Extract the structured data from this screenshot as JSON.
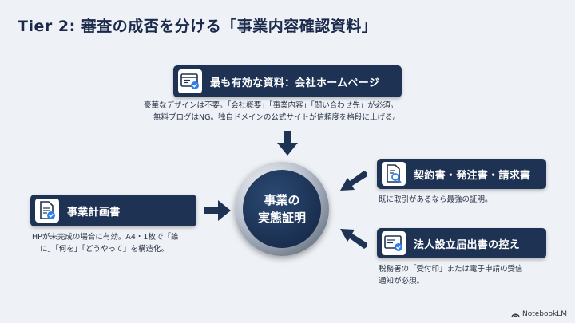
{
  "title": "Tier 2: 審査の成否を分ける「事業内容確認資料」",
  "top": {
    "label": "最も有効な資料：会社ホームページ",
    "desc1": "豪華なデザインは不要。「会社概要」「事業内容」「問い合わせ先」が必須。",
    "desc2": "無料ブログはNG。独自ドメインの公式サイトが信頼度を格段に上げる。"
  },
  "left": {
    "label": "事業計画書",
    "desc1": "HPが未完成の場合に有効。A4・1枚で「誰",
    "desc2": "に」「何を」「どうやって」を構造化。"
  },
  "right_top": {
    "label": "契約書・発注書・請求書",
    "desc1": "既に取引があるなら最強の証明。"
  },
  "right_bottom": {
    "label": "法人設立届出書の控え",
    "desc1": "税務署の「受付印」または電子申請の受信",
    "desc2": "通知が必須。"
  },
  "center": {
    "line1": "事業の",
    "line2": "実態証明"
  },
  "brand": "NotebookLM"
}
